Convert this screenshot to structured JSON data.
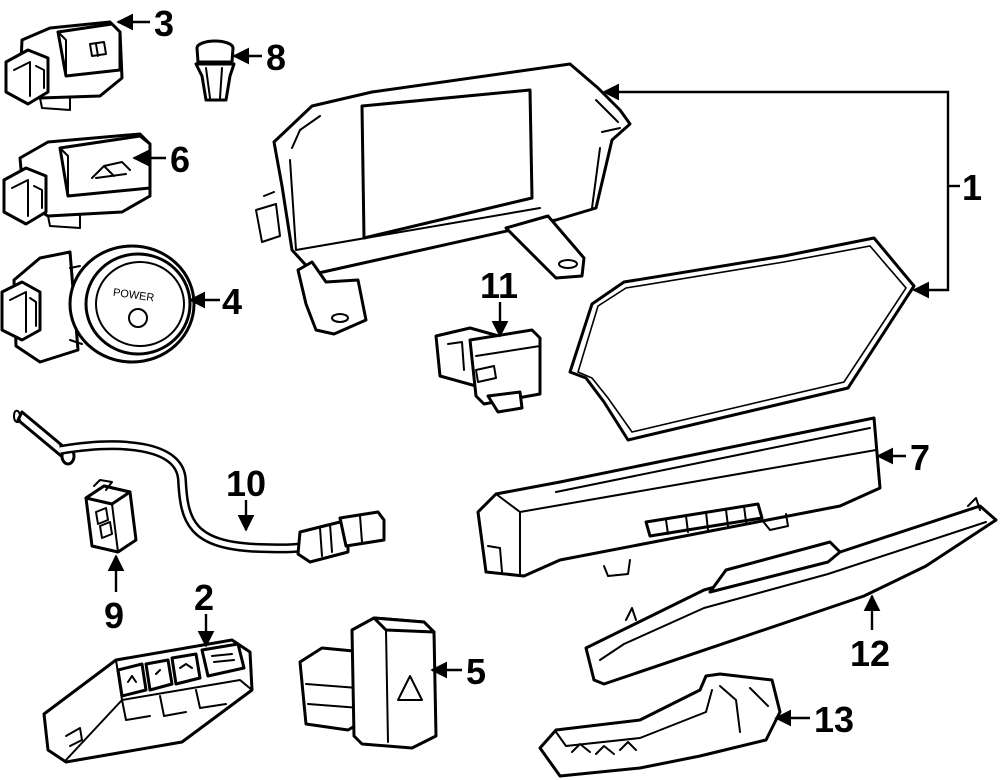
{
  "callouts": {
    "c1": "1",
    "c2": "2",
    "c3": "3",
    "c4": "4",
    "c5": "5",
    "c6": "6",
    "c7": "7",
    "c8": "8",
    "c9": "9",
    "c10": "10",
    "c11": "11",
    "c12": "12",
    "c13": "13"
  },
  "button_text": {
    "power": "POWER"
  }
}
